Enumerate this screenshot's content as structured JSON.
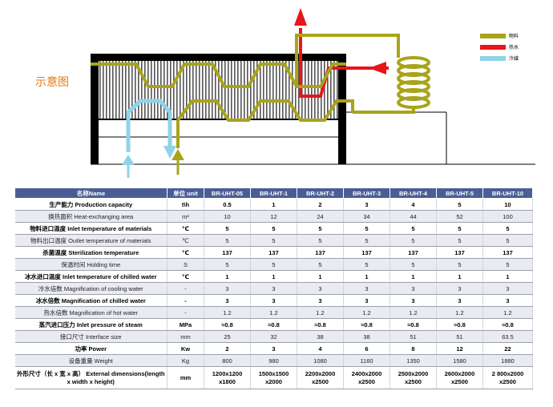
{
  "diagram": {
    "title": "示意图",
    "legend": [
      {
        "label": "物料",
        "color": "#a8a41a"
      },
      {
        "label": "热水",
        "color": "#e8151b"
      },
      {
        "label": "冷媒",
        "color": "#8fd3ea"
      }
    ]
  },
  "table": {
    "headers": [
      "名称Name",
      "单位 unit",
      "BR-UHT-05",
      "BR-UHT-1",
      "BR-UHT-2",
      "BR-UHT-3",
      "BR-UHT-4",
      "BR-UHT-5",
      "BR-UHT-10"
    ],
    "rows": [
      {
        "name": "生产能力 Production capacity",
        "unit": "t\\h",
        "values": [
          "0.5",
          "1",
          "2",
          "3",
          "4",
          "5",
          "10"
        ],
        "bold": true
      },
      {
        "name": "换热面积 Heat-exchanging area",
        "unit": "m²",
        "values": [
          "10",
          "12",
          "24",
          "34",
          "44",
          "52",
          "100"
        ],
        "bold": false
      },
      {
        "name": "物料进口温度 Inlet temperature of materials",
        "unit": "℃",
        "values": [
          "5",
          "5",
          "5",
          "5",
          "5",
          "5",
          "5"
        ],
        "bold": true
      },
      {
        "name": "物料出口温度 Outlet temperature of materials",
        "unit": "℃",
        "values": [
          "5",
          "5",
          "5",
          "5",
          "5",
          "5",
          "5"
        ],
        "bold": false
      },
      {
        "name": "杀菌温度 Sterilization temperature",
        "unit": "℃",
        "values": [
          "137",
          "137",
          "137",
          "137",
          "137",
          "137",
          "137"
        ],
        "bold": true
      },
      {
        "name": "保温时间 Holding time",
        "unit": "S",
        "values": [
          "5",
          "5",
          "5",
          "5",
          "5",
          "5",
          "5"
        ],
        "bold": false
      },
      {
        "name": "冰水进口温度 Inlet temperature of chilled water",
        "unit": "℃",
        "values": [
          "1",
          "1",
          "1",
          "1",
          "1",
          "1",
          "1"
        ],
        "bold": true
      },
      {
        "name": "冷水倍数 Magnification of cooling water",
        "unit": "-",
        "values": [
          "3",
          "3",
          "3",
          "3",
          "3",
          "3",
          "3"
        ],
        "bold": false
      },
      {
        "name": "冰水倍数 Magnification of chilled water",
        "unit": "-",
        "values": [
          "3",
          "3",
          "3",
          "3",
          "3",
          "3",
          "3"
        ],
        "bold": true
      },
      {
        "name": "热水倍数 Magnification of hot water",
        "unit": "-",
        "values": [
          "1.2",
          "1.2",
          "1.2",
          "1.2",
          "1.2",
          "1.2",
          "1.2"
        ],
        "bold": false
      },
      {
        "name": "蒸汽进口压力 Inlet pressure of steam",
        "unit": "MPa",
        "values": [
          "≈0.8",
          "≈0.8",
          "≈0.8",
          "≈0.8",
          "≈0.8",
          "≈0.8",
          "≈0.8"
        ],
        "bold": true
      },
      {
        "name": "接口尺寸 Interface size",
        "unit": "mm",
        "values": [
          "25",
          "32",
          "38",
          "38",
          "51",
          "51",
          "63.5"
        ],
        "bold": false
      },
      {
        "name": "功率 Power",
        "unit": "Kw",
        "values": [
          "2",
          "3",
          "4",
          "6",
          "8",
          "12",
          "22"
        ],
        "bold": true
      },
      {
        "name": "设备重量 Weight",
        "unit": "Kg",
        "values": [
          "800",
          "980",
          "1080",
          "1160",
          "1350",
          "1580",
          "1880"
        ],
        "bold": false
      },
      {
        "name": "外形尺寸（长 x 宽 x 高） External dimensions(length x width x height)",
        "unit": "mm",
        "values": [
          "1200x1200 x1800",
          "1500x1500 x2000",
          "2200x2000 x2500",
          "2400x2000 x2500",
          "2500x2000 x2500",
          "2600x2000 x2500",
          "2 800x2000 x2500"
        ],
        "bold": true
      }
    ]
  }
}
